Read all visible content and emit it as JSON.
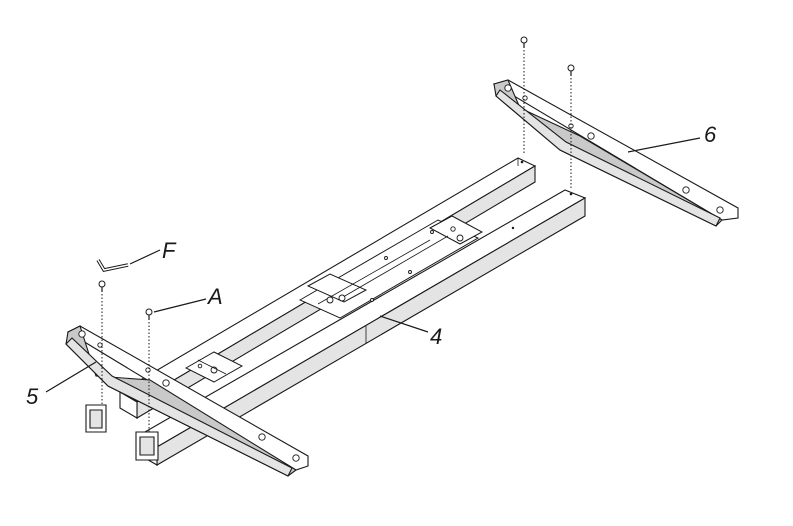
{
  "labels": {
    "side_bracket_right": "6",
    "hex_key": "F",
    "screw": "A",
    "frame_beams": "4",
    "side_bracket_left": "5"
  },
  "colors": {
    "line": "#1a1a1a",
    "shade": "#e4e4e4",
    "dark_shade": "#c9c9c9",
    "background": "#ffffff"
  }
}
